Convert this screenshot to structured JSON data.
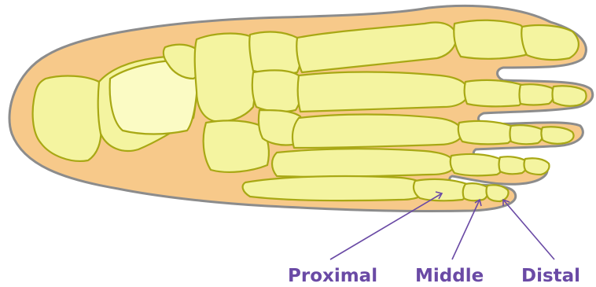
{
  "labels": {
    "proximal": "Proximal",
    "middle": "Middle",
    "distal": "Distal"
  },
  "colors": {
    "skin": "#f7c98a",
    "skin_outline": "#8c8c8c",
    "bone": "#f4f4a0",
    "bone_outline": "#a8a814",
    "label_text": "#6a4aa5"
  }
}
